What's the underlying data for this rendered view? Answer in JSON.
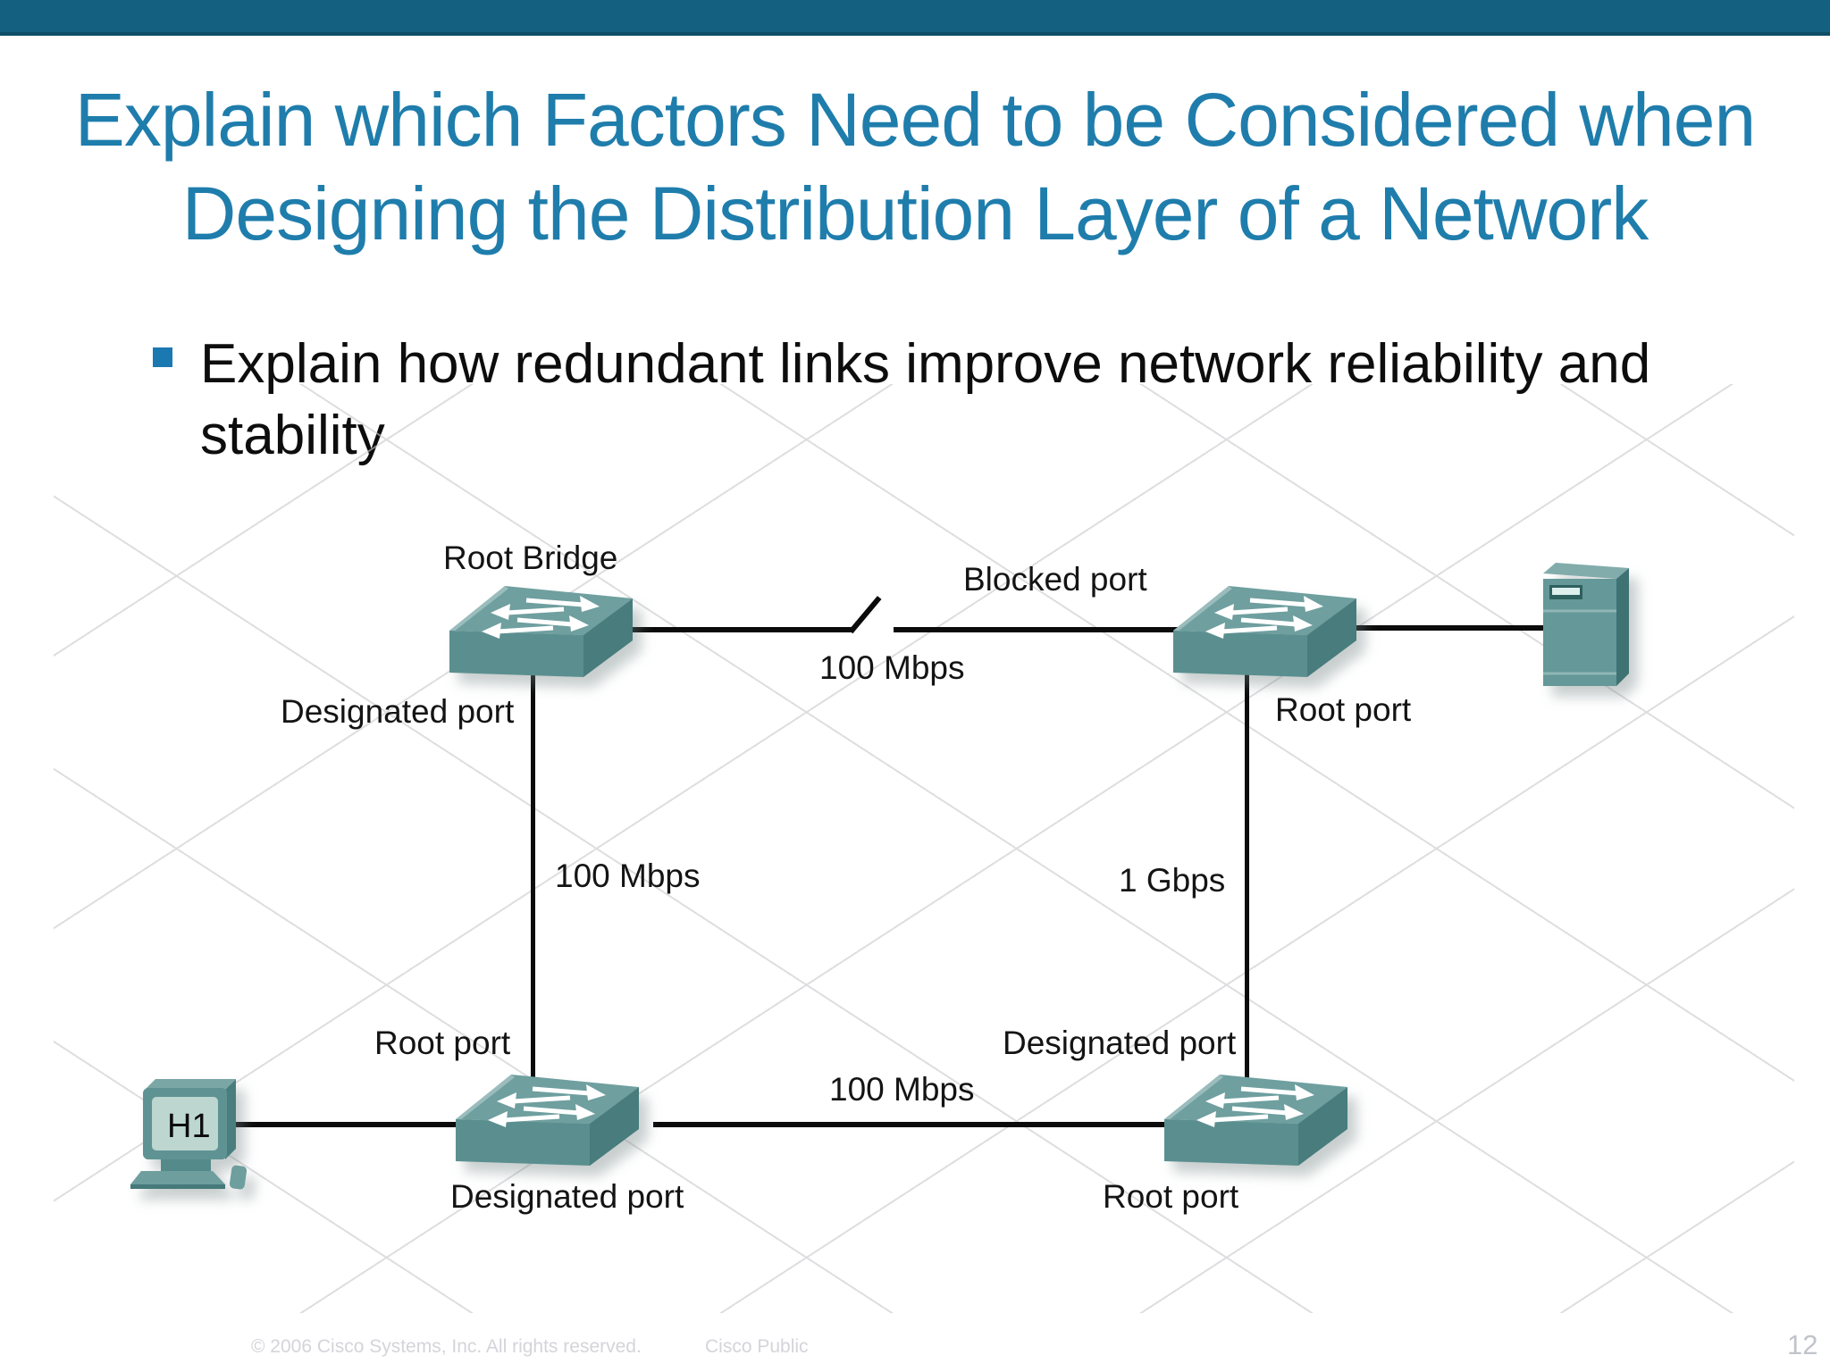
{
  "slide": {
    "title": {
      "line1": "Explain which Factors Need to be Considered when",
      "line2": "Designing the Distribution Layer of a Network"
    },
    "bullet_text": "Explain how redundant links improve network reliability and stability",
    "footer": {
      "copyright": "© 2006 Cisco Systems, Inc. All rights reserved.",
      "classification": "Cisco Public",
      "page_number": "12"
    }
  },
  "diagram": {
    "nodes": {
      "root_bridge_label": "Root Bridge",
      "host_label": "H1",
      "switch_count": "4"
    },
    "port_labels": {
      "designated_top_left": "Designated port",
      "blocked": "Blocked port",
      "root_top_right": "Root port",
      "root_bottom_left": "Root port",
      "designated_bottom_right": "Designated port",
      "designated_bottom_left": "Designated port",
      "root_bottom_right": "Root port"
    },
    "link_speeds": {
      "top": "100 Mbps",
      "left": "100 Mbps",
      "right": "1 Gbps",
      "bottom": "100 Mbps"
    },
    "colors": {
      "title_blue": "#1f7dac",
      "header_bar": "#136080",
      "bullet_square": "#1b79b2",
      "switch_top": "#6f9f9f",
      "switch_front": "#5b8f8f",
      "switch_side": "#487c7d",
      "link_line": "#0b0b0b",
      "grid_line": "#c9c9ce"
    }
  }
}
